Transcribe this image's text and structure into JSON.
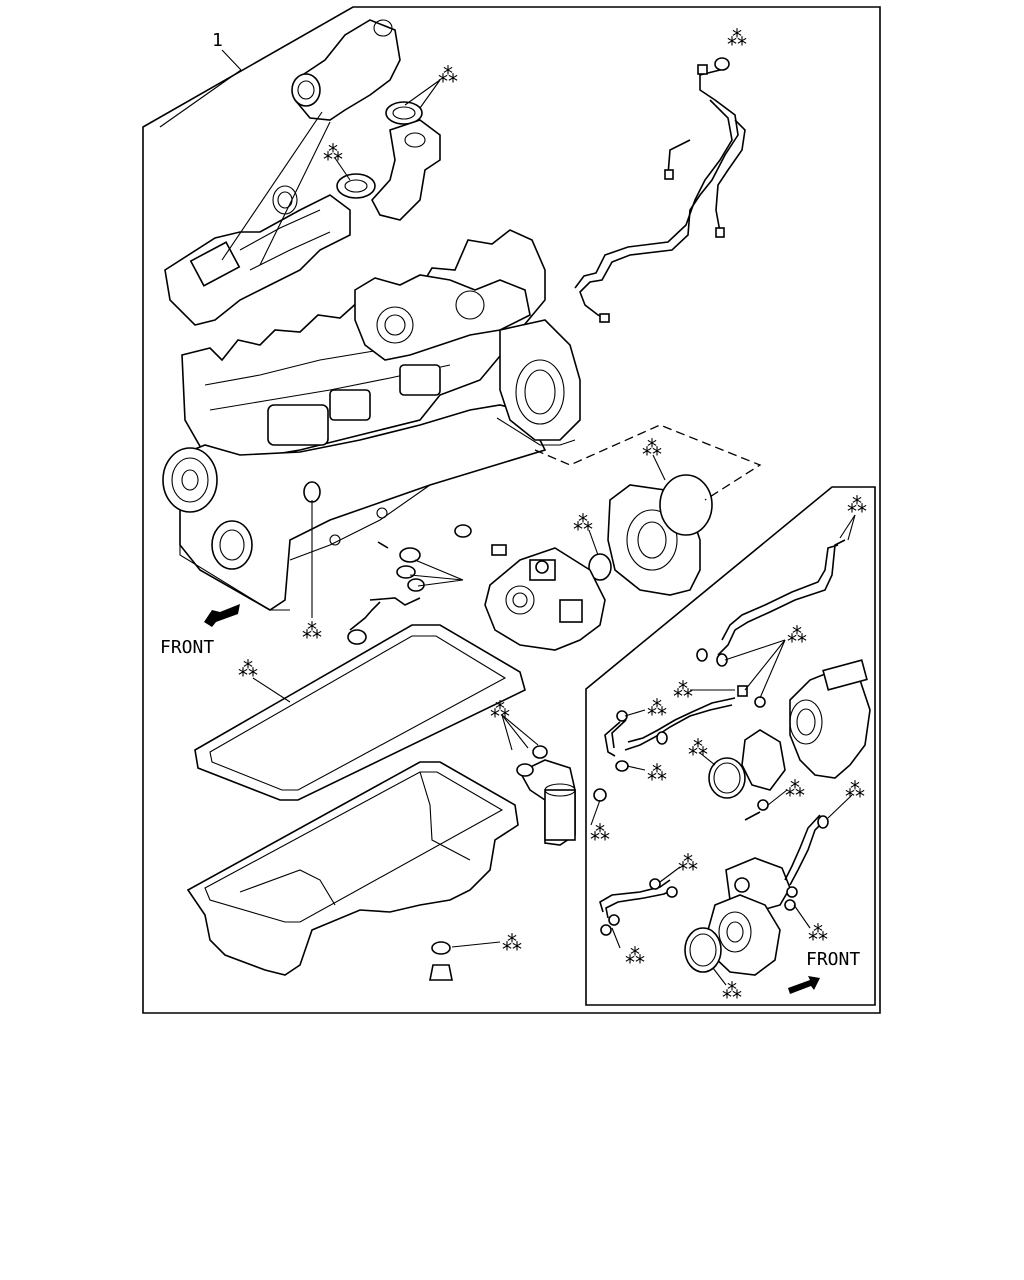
{
  "item_number": "1",
  "front_label_main": "FRONT",
  "front_label_inset": "FRONT",
  "kit_marker": "⁂"
}
